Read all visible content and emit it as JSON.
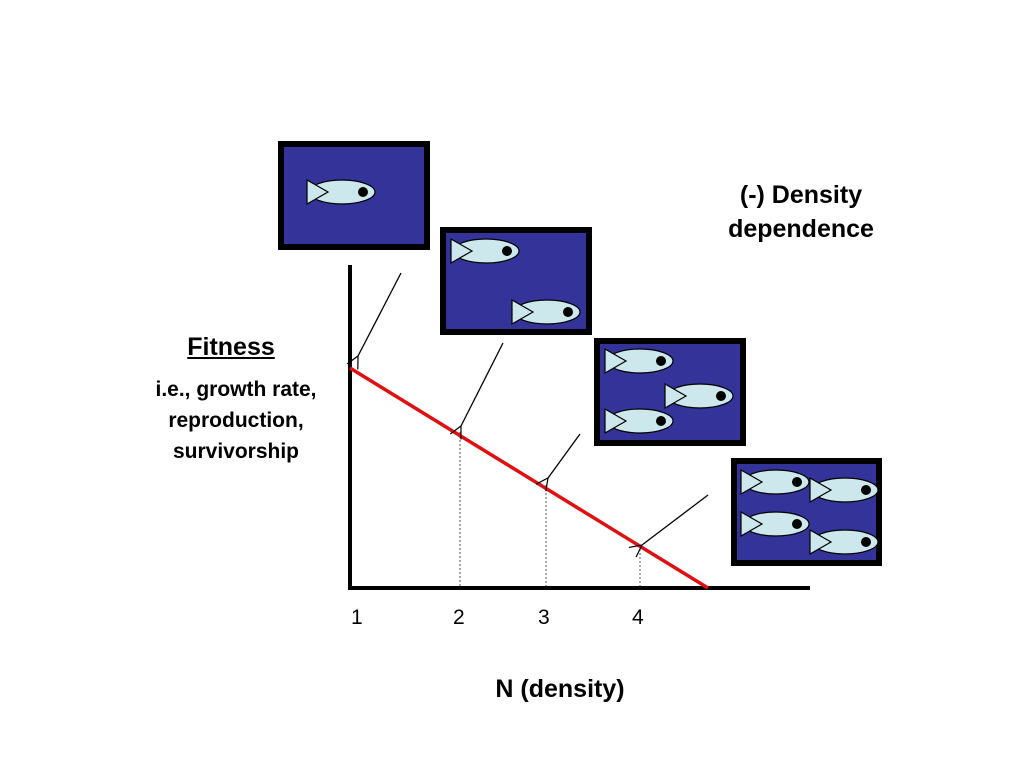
{
  "title": {
    "line1": "(-) Density",
    "line2": "dependence"
  },
  "y_axis": {
    "label": "Fitness",
    "description_lines": [
      "i.e., growth rate,",
      "reproduction,",
      "survivorship"
    ]
  },
  "x_axis": {
    "label": "N (density)",
    "ticks": [
      "1",
      "2",
      "3",
      "4"
    ]
  },
  "colors": {
    "line": "#e01010",
    "tank_fill": "#333399",
    "tank_border": "#000000",
    "fish_fill": "#cce8ec"
  },
  "panels": [
    {
      "density": 1,
      "fish_count": 1
    },
    {
      "density": 2,
      "fish_count": 2
    },
    {
      "density": 3,
      "fish_count": 3
    },
    {
      "density": 4,
      "fish_count": 4
    }
  ],
  "relationship": "fitness decreases linearly as density increases"
}
